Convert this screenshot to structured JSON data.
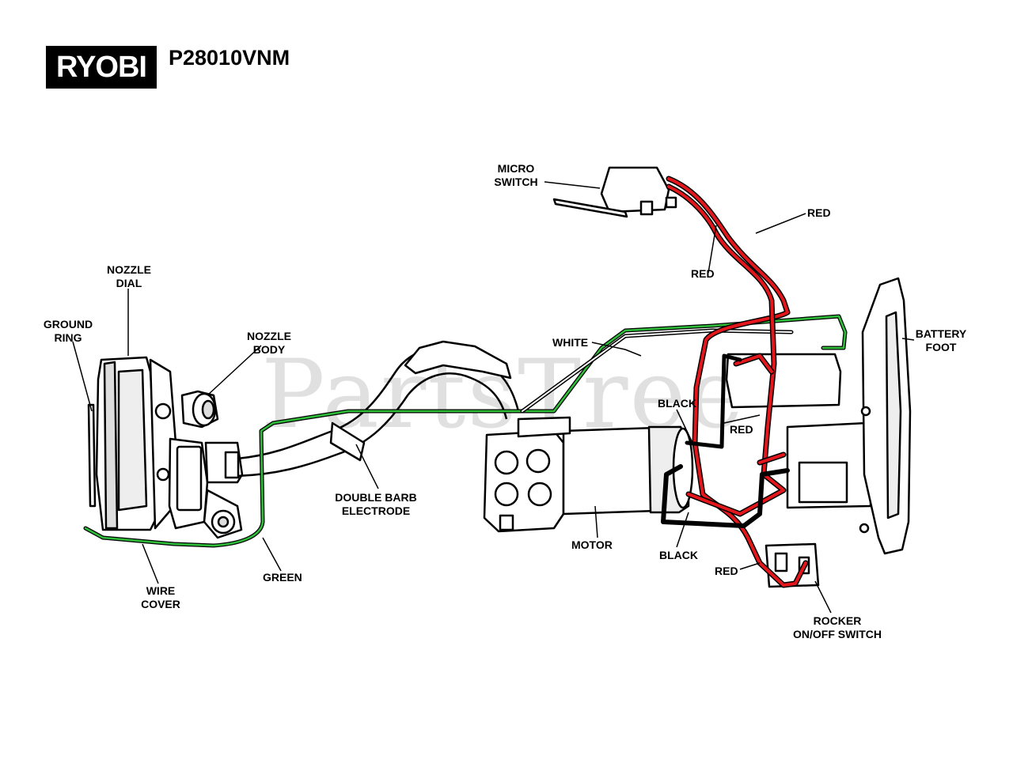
{
  "header": {
    "brand": "RYOBI",
    "model": "P28010VNM"
  },
  "watermark": "PartsTree",
  "labels": {
    "micro_switch": "MICRO\nSWITCH",
    "red_top_right": "RED",
    "red_top_left": "RED",
    "nozzle_dial": "NOZZLE\nDIAL",
    "ground_ring": "GROUND\nRING",
    "nozzle_body": "NOZZLE\nBODY",
    "white": "WHITE",
    "battery_foot": "BATTERY\nFOOT",
    "black_upper": "BLACK",
    "red_middle": "RED",
    "double_barb_electrode": "DOUBLE BARB\nELECTRODE",
    "motor": "MOTOR",
    "black_lower": "BLACK",
    "red_lower": "RED",
    "green": "GREEN",
    "wire_cover": "WIRE\nCOVER",
    "rocker_switch": "ROCKER\nON/OFF SWITCH"
  },
  "colors": {
    "wire_red": "#e3161b",
    "wire_green": "#2fbf3a",
    "wire_black": "#000000",
    "wire_white": "#ffffff",
    "line": "#000000"
  }
}
